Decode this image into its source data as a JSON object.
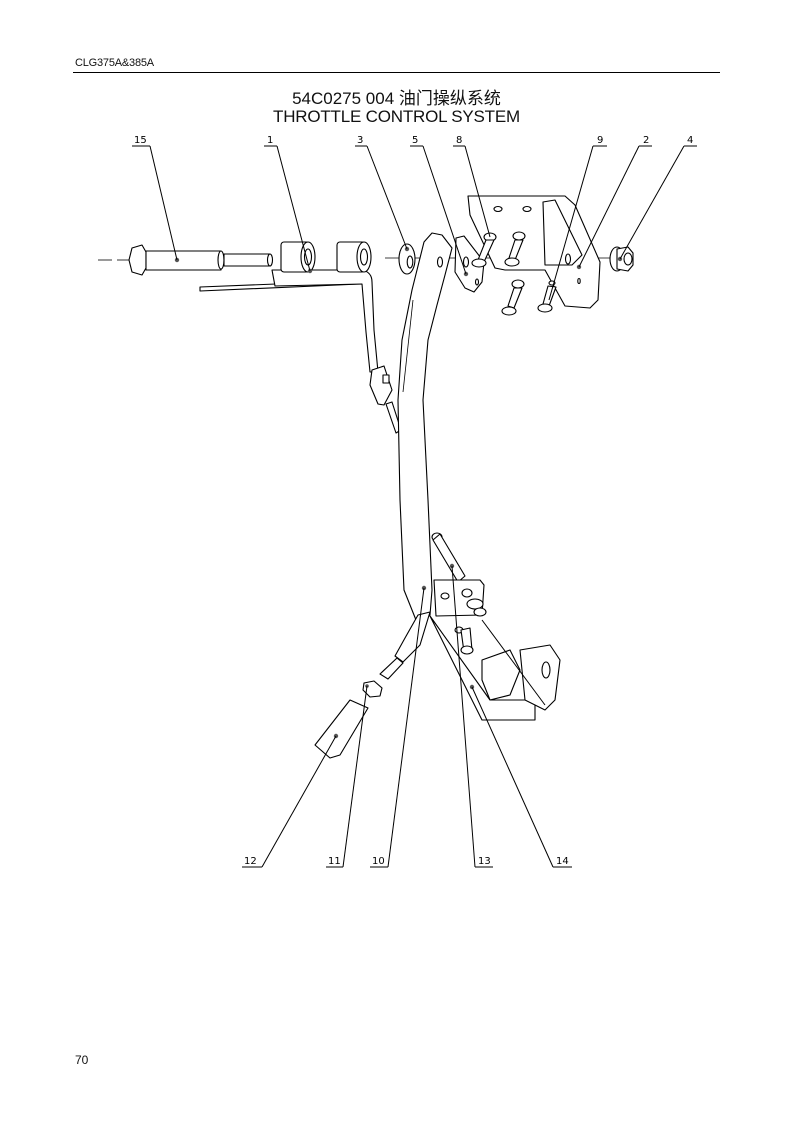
{
  "header": {
    "model_code": "CLG375A&385A"
  },
  "title": {
    "part_number_cn": "54C0275 004  油门操纵系统",
    "name_en": "THROTTLE CONTROL SYSTEM"
  },
  "callouts": {
    "top": [
      {
        "id": "15",
        "label": "15"
      },
      {
        "id": "1",
        "label": "1"
      },
      {
        "id": "3",
        "label": "3"
      },
      {
        "id": "5",
        "label": "5"
      },
      {
        "id": "8",
        "label": "8"
      },
      {
        "id": "9",
        "label": "9"
      },
      {
        "id": "2",
        "label": "2"
      },
      {
        "id": "4",
        "label": "4"
      }
    ],
    "bottom": [
      {
        "id": "12",
        "label": "12"
      },
      {
        "id": "11",
        "label": "11"
      },
      {
        "id": "10",
        "label": "10"
      },
      {
        "id": "13",
        "label": "13"
      },
      {
        "id": "14",
        "label": "14"
      }
    ]
  },
  "footer": {
    "page_number": "70"
  }
}
